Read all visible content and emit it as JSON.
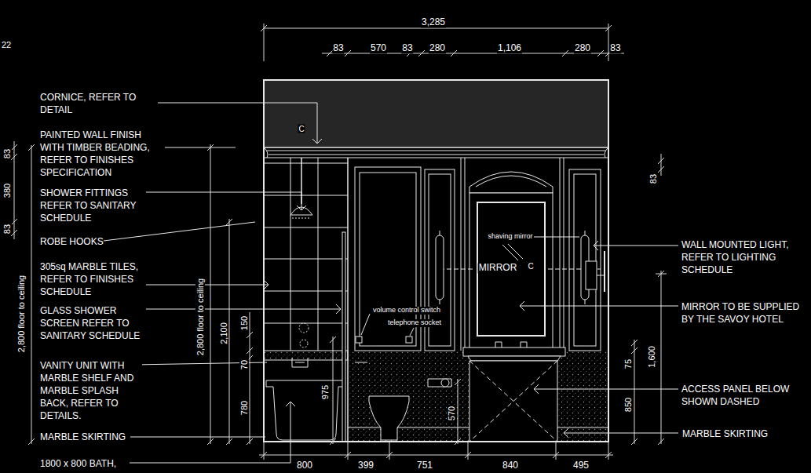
{
  "diagram": {
    "labels": [
      "22",
      "3,285",
      "83",
      "570",
      "83",
      "280",
      "1,106",
      "280",
      "83",
      "CORNICE, REFER TO DETAIL",
      "PAINTED WALL FINISH WITH TIMBER BEADING, REFER TO FINISHES SPECIFICATION",
      "83",
      "380",
      "83",
      "SHOWER FITTINGS REFER TO SANITARY SCHEDULE",
      "ROBE HOOKS",
      "305sq MARBLE TILES, REFER TO FINISHES SCHEDULE",
      "GLASS SHOWER SCREEN REFER TO SANITARY SCHEDULE",
      "VANITY UNIT WITH MARBLE SHELF AND MARBLE SPLASH BACK, REFER TO DETAILS.",
      "MARBLE SKIRTING",
      "1800 x 800 BATH,",
      "2,800 floor to ceiling",
      "2,800 floor to ceiling",
      "2,100",
      "150",
      "70",
      "780",
      "975",
      "570",
      "C",
      "shaving mirror",
      "MIRROR",
      "C",
      "volume control switch",
      "telephone socket",
      "83",
      "WALL MOUNTED LIGHT, REFER TO LIGHTING SCHEDULE",
      "MIRROR TO BE SUPPLIED BY THE SAVOY HOTEL",
      "1,600",
      "75",
      "850",
      "ACCESS PANEL BELOW SHOWN DASHED",
      "MARBLE SKIRTING",
      "800",
      "399",
      "751",
      "840",
      "495"
    ]
  }
}
